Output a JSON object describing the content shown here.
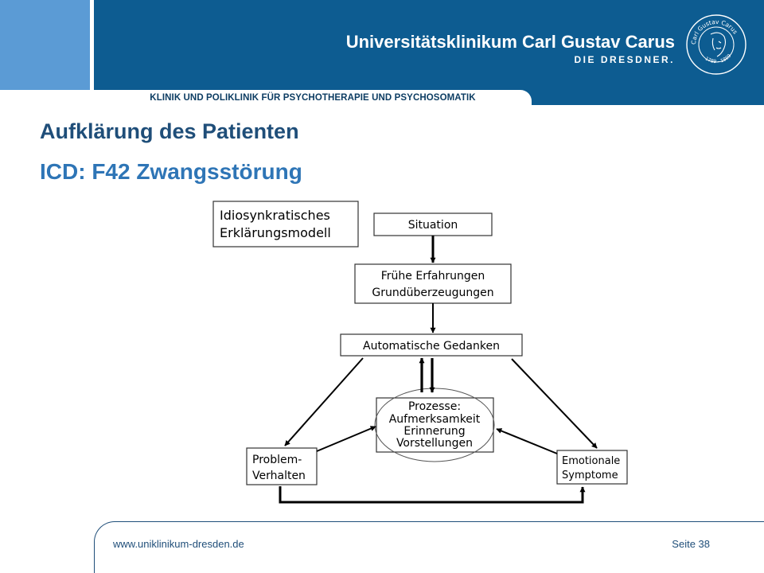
{
  "header": {
    "clinic": "KLINIK UND POLIKLINIK FÜR PSYCHOTHERAPIE UND PSYCHOSOMATIK",
    "brand_name": "Universitätsklinikum Carl Gustav Carus",
    "brand_sub": "DIE DRESDNER.",
    "seal_ring": "Carl Gustav Carus",
    "seal_years": "1789 - 1869"
  },
  "slide": {
    "title": "Aufklärung des Patienten",
    "subtitle": "ICD: F42  Zwangsstörung"
  },
  "diagram": {
    "model_label": [
      "Idiosynkratisches",
      "Erklärungsmodell"
    ],
    "situation": "Situation",
    "early_experiences": [
      "Frühe Erfahrungen",
      "Grundüberzeugungen"
    ],
    "automatic_thoughts": "Automatische Gedanken",
    "processes": [
      "Prozesse:",
      "Aufmerksamkeit",
      "Erinnerung",
      "Vorstellungen"
    ],
    "problem_behavior": [
      "Problem-",
      "Verhalten"
    ],
    "emotional_symptoms": [
      "Emotionale",
      "Symptome"
    ]
  },
  "footer": {
    "url": "www.uniklinikum-dresden.de",
    "page": "Seite 38"
  },
  "colors": {
    "header_blue": "#0d5c91",
    "accent_light_blue": "#5b9bd5",
    "title_blue": "#1f4e79",
    "subtitle_blue": "#2e75b6"
  }
}
